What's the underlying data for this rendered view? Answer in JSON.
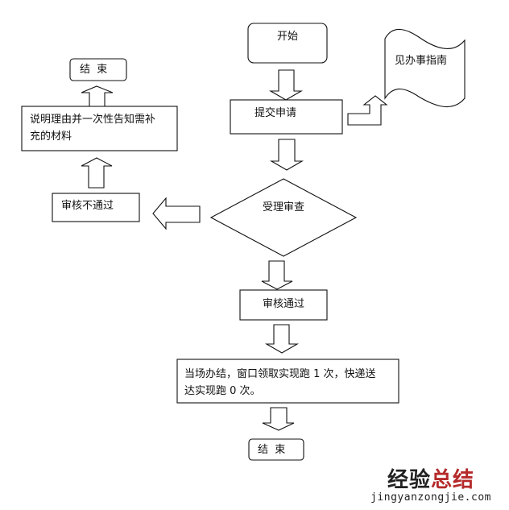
{
  "diagram": {
    "title": "",
    "nodes": {
      "start": {
        "label": "开始",
        "shape": "rounded-rect"
      },
      "guide": {
        "label": "见办事指南",
        "shape": "document-wave"
      },
      "submit": {
        "label": "提交申请",
        "shape": "rect"
      },
      "review": {
        "label": "受理审查",
        "shape": "diamond"
      },
      "rejected": {
        "label": "审核不通过",
        "shape": "rect"
      },
      "explain": {
        "label": "说明理由并一次性告知需补\n充的材料",
        "shape": "rect"
      },
      "end_left": {
        "label": "结  束",
        "shape": "rounded-rect"
      },
      "approved": {
        "label": "审核通过",
        "shape": "rect"
      },
      "done": {
        "label": "当场办结，窗口领取实现跑 1 次，快递送\n达实现跑 0 次。",
        "shape": "rect"
      },
      "end_bottom": {
        "label": "结  束",
        "shape": "rounded-rect"
      }
    },
    "edges": [
      {
        "from": "start",
        "to": "submit",
        "style": "block-arrow-down"
      },
      {
        "from": "submit",
        "to": "guide",
        "style": "bent-block-arrow-up"
      },
      {
        "from": "submit",
        "to": "review",
        "style": "block-arrow-down"
      },
      {
        "from": "review",
        "to": "rejected",
        "style": "block-arrow-left"
      },
      {
        "from": "rejected",
        "to": "explain",
        "style": "block-arrow-up"
      },
      {
        "from": "explain",
        "to": "end_left",
        "style": "block-arrow-up"
      },
      {
        "from": "review",
        "to": "approved",
        "style": "block-arrow-down"
      },
      {
        "from": "approved",
        "to": "done",
        "style": "block-arrow-down"
      },
      {
        "from": "done",
        "to": "end_bottom",
        "style": "block-arrow-down"
      }
    ]
  },
  "watermark": {
    "part1": "经验",
    "part2": "总结",
    "url": "jingyanzongjie.com",
    "colors": {
      "part1": "#222222",
      "part2": "#b52a2a"
    }
  }
}
